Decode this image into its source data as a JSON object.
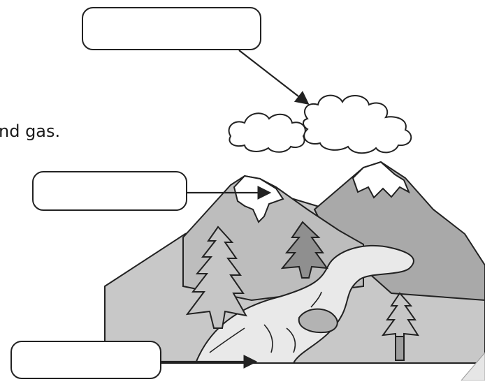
{
  "partial_text": "nd gas.",
  "label_boxes": [
    {
      "id": "top",
      "text": ""
    },
    {
      "id": "middle",
      "text": ""
    },
    {
      "id": "bottom",
      "text": ""
    }
  ],
  "colors": {
    "line": "#222222",
    "mountain_dark": "#a9a9a9",
    "mountain_light": "#bdbdbd",
    "land": "#c8c8c8",
    "tree_dark": "#8f8f8f",
    "tree_light": "#c6c6c6",
    "river": "#e9e9e9",
    "snow": "#ffffff",
    "rock": "#b3b3b3"
  }
}
